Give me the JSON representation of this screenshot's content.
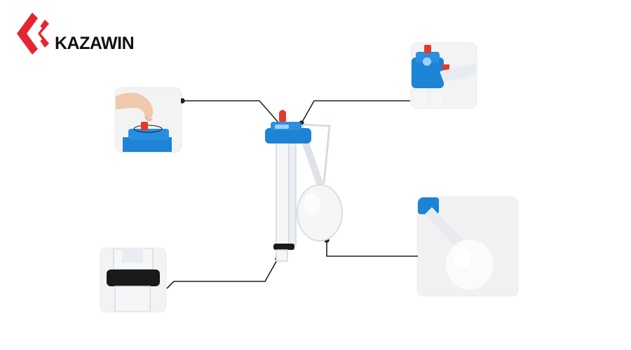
{
  "brand": {
    "name": "KAZAWIN",
    "colors": {
      "red": "#e3262f",
      "dark": "#111111"
    }
  },
  "product": {
    "colors": {
      "valve_blue": "#1d83d4",
      "valve_red": "#e23a2a",
      "body_white": "#f4f6f8",
      "seal_black": "#1a1a1a"
    }
  },
  "callouts": [
    {
      "id": "height-adjustment-detail",
      "icon": "hand-adjusting-top-icon"
    },
    {
      "id": "valve-head-detail",
      "icon": "valve-head-icon"
    },
    {
      "id": "float-arm-detail",
      "icon": "float-ball-icon"
    },
    {
      "id": "seal-washer-detail",
      "icon": "black-seal-ring-icon"
    }
  ],
  "colors": {
    "leader_line": "#222222",
    "panel_bg": "#f1f1f1"
  }
}
